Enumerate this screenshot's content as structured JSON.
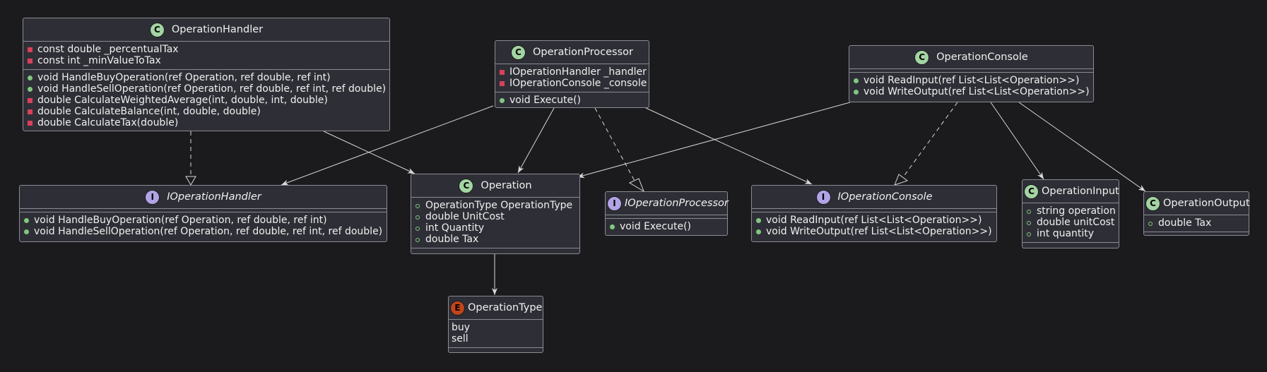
{
  "diagram": {
    "classes": {
      "operation_handler": {
        "name": "OperationHandler",
        "fields": [
          "const double _percentualTax",
          "const int _minValueToTax"
        ],
        "methods": [
          "void HandleBuyOperation(ref Operation, ref double, ref int)",
          "void HandleSellOperation(ref Operation, ref double, ref int, ref double)",
          "double CalculateWeightedAverage(int, double, int, double)",
          "double CalculateBalance(int, double, double)",
          "double CalculateTax(double)"
        ]
      },
      "operation_processor": {
        "name": "OperationProcessor",
        "fields": [
          "IOperationHandler _handler",
          "IOperationConsole _console"
        ],
        "methods": [
          "void Execute()"
        ]
      },
      "operation_console": {
        "name": "OperationConsole",
        "methods": [
          "void ReadInput(ref List<List<Operation>>)",
          "void WriteOutput(ref List<List<Operation>>)"
        ]
      },
      "operation": {
        "name": "Operation",
        "fields": [
          "OperationType OperationType",
          "double UnitCost",
          "int Quantity",
          "double Tax"
        ]
      },
      "operation_input": {
        "name": "OperationInput",
        "fields": [
          "string operation",
          "double unitCost",
          "int quantity"
        ]
      },
      "operation_output": {
        "name": "OperationOutput",
        "fields": [
          "double Tax"
        ]
      }
    },
    "interfaces": {
      "i_operation_handler": {
        "name": "IOperationHandler",
        "methods": [
          "void HandleBuyOperation(ref Operation, ref double, ref int)",
          "void HandleSellOperation(ref Operation, ref double, ref int, ref double)"
        ]
      },
      "i_operation_processor": {
        "name": "IOperationProcessor",
        "methods": [
          "void Execute()"
        ]
      },
      "i_operation_console": {
        "name": "IOperationConsole",
        "methods": [
          "void ReadInput(ref List<List<Operation>>)",
          "void WriteOutput(ref List<List<Operation>>)"
        ]
      }
    },
    "enums": {
      "operation_type": {
        "name": "OperationType",
        "values": [
          "buy",
          "sell"
        ]
      }
    },
    "stereotype_letters": {
      "class": "C",
      "interface": "I",
      "enum": "E"
    },
    "colors": {
      "background": "#1b1b1d",
      "box": "#2e2f36",
      "border": "#8a8a94",
      "class_badge": "#a3d4a3",
      "interface_badge": "#b2a3e6",
      "enum_badge": "#c1441c",
      "public": "#80c880",
      "private": "#d9405a"
    }
  }
}
